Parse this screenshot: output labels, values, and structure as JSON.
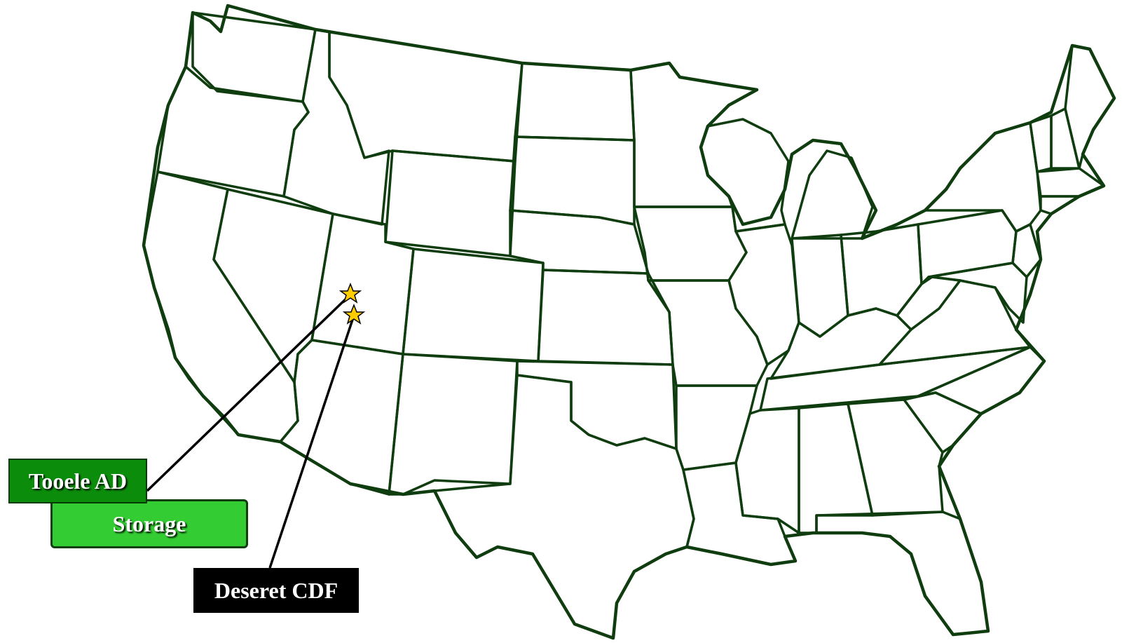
{
  "map": {
    "labels": {
      "tooele": "Tooele AD",
      "storage": "Storage",
      "deseret": "Deseret CDF"
    },
    "markers": [
      {
        "name": "Tooele AD",
        "icon": "star-icon"
      },
      {
        "name": "Deseret CDF",
        "icon": "star-icon"
      }
    ],
    "colors": {
      "state_border": "#0f3d0f",
      "tooele_label_bg": "#0b8c0b",
      "storage_label_bg": "#33cc33",
      "deseret_label_bg": "#000000",
      "star_fill": "#ffcc00"
    }
  }
}
